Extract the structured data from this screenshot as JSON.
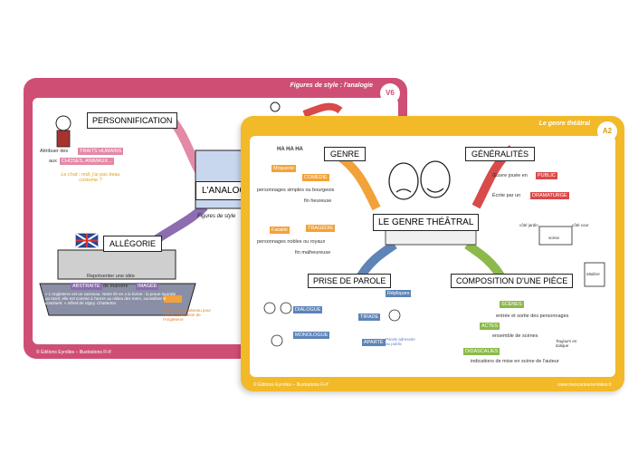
{
  "back_card": {
    "header": "Figures de style : l'analogie",
    "badge": "V6",
    "central": "L'ANALOGIE",
    "scroll": "Figures de style",
    "personnification": {
      "title": "PERSONNIFICATION",
      "line1": "Attribuer des",
      "tag1": "TRAITS HUMAINS",
      "line2": "aux",
      "tag2": "CHOSES, ANIMAUX...",
      "quote": "Le chat : mdi, j'ai pas beau costume ?"
    },
    "allegorie": {
      "title": "ALLÉGORIE",
      "line1": "Représenter une idée",
      "tag1": "ABSTRAITE",
      "line2": "de manière",
      "tag2": "IMAGÉE",
      "quote": "« L'Angleterre est un vaisseau. Notre île en a la forme : la proue tournée au Nord, elle est comme à l'ancre au milieu des mers, surveillant le continent. » Alfred de Vigny, Chatterton",
      "note": "Allégorie du vaisseau pour dire la domination de l'Angleterre"
    },
    "footer": "© Éditions Eyrolles – Illustrations Fi-lf"
  },
  "front_card": {
    "header": "Le genre théâtral",
    "badge": "A2",
    "central": "LE GENRE THÉÂTRAL",
    "genre": {
      "title": "GENRE",
      "laugh": "HA HA HA",
      "moquerie": "Moquerie",
      "comedie": "COMÉDIE",
      "comedie_txt1": "personnages simples ou bourgeois",
      "comedie_txt2": "fin heureuse",
      "fatalite": "Fatalité",
      "tragedie": "TRAGÉDIE",
      "tragedie_txt1": "personnages nobles ou royaux",
      "tragedie_txt2": "fin malheureuse"
    },
    "generalites": {
      "title": "GÉNÉRALITÉS",
      "line1": "Œuvre jouée en",
      "tag1": "PUBLIC",
      "line2": "Écrite par un",
      "tag2": "DRAMATURGE",
      "jardin": "côté jardin",
      "cour": "côté cour",
      "scene": "scène"
    },
    "prise": {
      "title": "PRISE DE PAROLE",
      "repliques": "Répliques",
      "dialogue": "DIALOGUE",
      "monologue": "MONOLOGUE",
      "tirade": "TIRADE",
      "aparte": "APARTÉ",
      "aparte_note": "Parole adressée au public"
    },
    "composition": {
      "title": "COMPOSITION D'UNE PIÈCE",
      "book": "Molière",
      "scenes": "SCÈNES",
      "scenes_txt": "entrée et sortie des personnages",
      "actes": "ACTES",
      "actes_txt": "ensemble de scènes",
      "didascalies": "DIDASCALIES",
      "didascalies_txt": "indications de mise en scène de l'auteur",
      "note": "Toujours en italique"
    },
    "footer_left": "© Éditions Eyrolles – Illustrations Fi-lf",
    "footer_right": "www.mescartesmentales.fr"
  },
  "colors": {
    "pink_frame": "#cf4f74",
    "yellow_frame": "#f2b928",
    "branch_blue": "#5e84b8",
    "branch_green": "#8cb94a",
    "branch_orange": "#f2a23a",
    "branch_purple": "#8b6db0",
    "branch_red": "#d94a4a"
  }
}
